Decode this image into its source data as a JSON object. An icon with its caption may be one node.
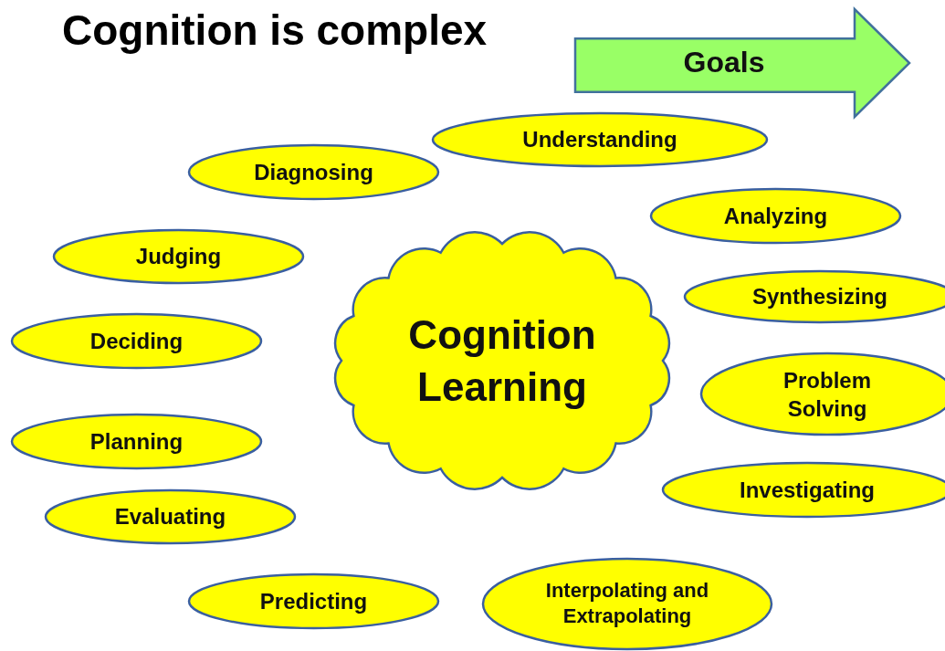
{
  "diagram": {
    "title": "Cognition is complex",
    "nodes": [
      {
        "text": [
          "Goals"
        ]
      },
      {
        "text": [
          "Understanding"
        ]
      },
      {
        "text": [
          "Diagnosing"
        ]
      },
      {
        "text": [
          "Analyzing"
        ]
      },
      {
        "text": [
          "Judging"
        ]
      },
      {
        "text": [
          "Cognition Learning"
        ]
      },
      {
        "text": [
          "Synthesizing"
        ]
      },
      {
        "text": [
          "Deciding"
        ]
      },
      {
        "text": [
          "Problem Solving"
        ]
      },
      {
        "text": [
          "Planning"
        ]
      },
      {
        "text": [
          "Investigating"
        ]
      },
      {
        "text": [
          "Evaluating"
        ]
      },
      {
        "text": [
          "Predicting"
        ]
      },
      {
        "text": [
          "Interpolating and Extrapolating"
        ]
      }
    ],
    "edges": []
  }
}
